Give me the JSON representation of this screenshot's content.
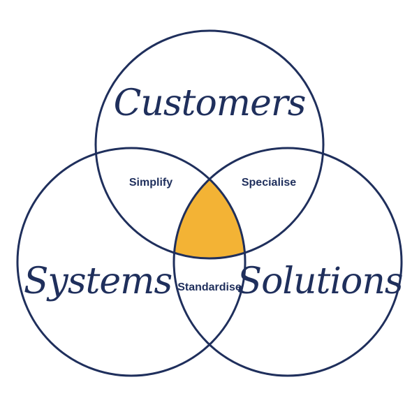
{
  "colors": {
    "stroke": "#1f2f5c",
    "text": "#1f2f5c",
    "center_fill": "#f3b335",
    "background": "#ffffff"
  },
  "sets": {
    "top": "Customers",
    "left": "Systems",
    "right": "Solutions"
  },
  "intersections": {
    "top_left": "Simplify",
    "top_right": "Specialise",
    "left_right": "Standardise"
  }
}
